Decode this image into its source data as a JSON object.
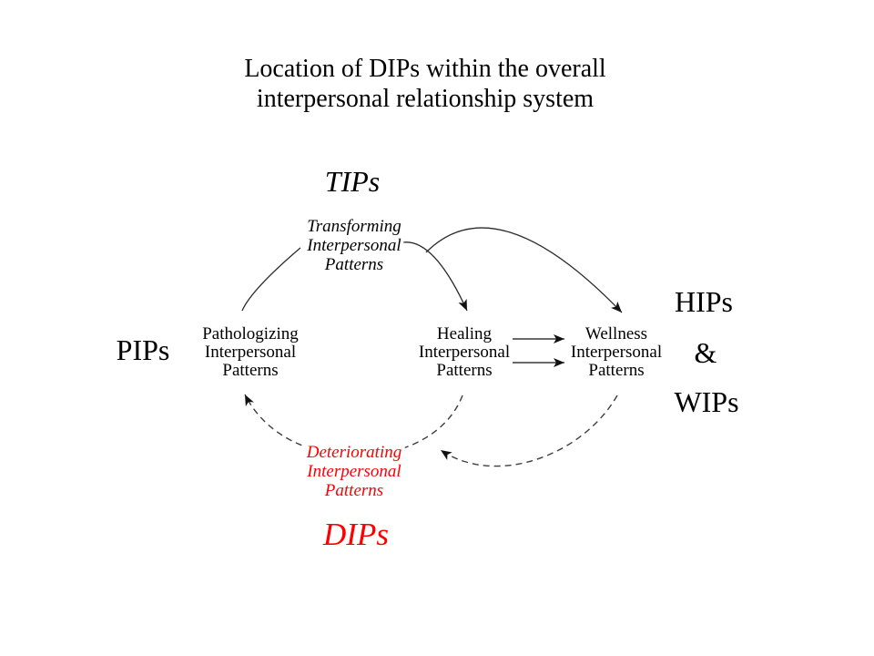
{
  "title": {
    "line1": "Location of DIPs within the overall",
    "line2": "interpersonal relationship system"
  },
  "abbreviations": {
    "tips": "TIPs",
    "pips": "PIPs",
    "hips": "HIPs",
    "ampersand": "&",
    "wips": "WIPs",
    "dips": "DIPs"
  },
  "nodes": {
    "transforming": {
      "lines": [
        "Transforming",
        "Interpersonal",
        "Patterns"
      ]
    },
    "pathologizing": {
      "lines": [
        "Pathologizing",
        "Interpersonal",
        "Patterns"
      ]
    },
    "healing": {
      "lines": [
        "Healing",
        "Interpersonal",
        "Patterns"
      ]
    },
    "wellness": {
      "lines": [
        "Wellness",
        "Interpersonal",
        "Patterns"
      ]
    },
    "deteriorating": {
      "lines": [
        "Deteriorating",
        "Interpersonal",
        "Patterns"
      ]
    }
  },
  "colors": {
    "text": "#000000",
    "highlight_red": "#fe0000",
    "solid_line": "#2b2b2b",
    "dashed_line": "#3d3d3d"
  }
}
